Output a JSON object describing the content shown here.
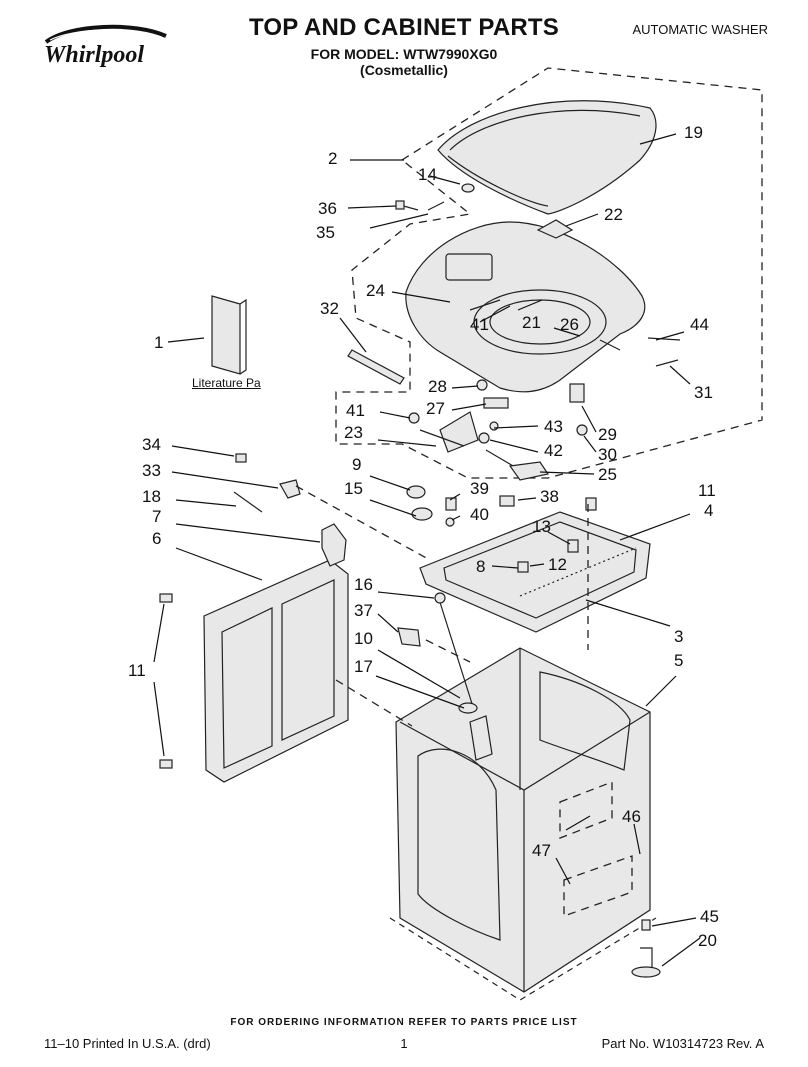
{
  "header": {
    "brand": "Whirlpool",
    "title": "TOP AND CABINET PARTS",
    "model_line": "FOR MODEL: WTW7990XG0",
    "color_line": "(Cosmetallic)",
    "product_type": "AUTOMATIC WASHER"
  },
  "diagram": {
    "literature_label": "Literature Pa",
    "callouts": [
      {
        "id": "c1",
        "label": "1"
      },
      {
        "id": "c2",
        "label": "2"
      },
      {
        "id": "c3",
        "label": "3"
      },
      {
        "id": "c4",
        "label": "4"
      },
      {
        "id": "c5",
        "label": "5"
      },
      {
        "id": "c6",
        "label": "6"
      },
      {
        "id": "c7",
        "label": "7"
      },
      {
        "id": "c8",
        "label": "8"
      },
      {
        "id": "c9",
        "label": "9"
      },
      {
        "id": "c10",
        "label": "10"
      },
      {
        "id": "c11a",
        "label": "11"
      },
      {
        "id": "c11b",
        "label": "11"
      },
      {
        "id": "c12",
        "label": "12"
      },
      {
        "id": "c13",
        "label": "13"
      },
      {
        "id": "c14",
        "label": "14"
      },
      {
        "id": "c15",
        "label": "15"
      },
      {
        "id": "c16",
        "label": "16"
      },
      {
        "id": "c17",
        "label": "17"
      },
      {
        "id": "c18",
        "label": "18"
      },
      {
        "id": "c19",
        "label": "19"
      },
      {
        "id": "c20",
        "label": "20"
      },
      {
        "id": "c21",
        "label": "21"
      },
      {
        "id": "c22",
        "label": "22"
      },
      {
        "id": "c23",
        "label": "23"
      },
      {
        "id": "c24",
        "label": "24"
      },
      {
        "id": "c25",
        "label": "25"
      },
      {
        "id": "c26",
        "label": "26"
      },
      {
        "id": "c27",
        "label": "27"
      },
      {
        "id": "c28",
        "label": "28"
      },
      {
        "id": "c29",
        "label": "29"
      },
      {
        "id": "c30",
        "label": "30"
      },
      {
        "id": "c31",
        "label": "31"
      },
      {
        "id": "c32",
        "label": "32"
      },
      {
        "id": "c33",
        "label": "33"
      },
      {
        "id": "c34",
        "label": "34"
      },
      {
        "id": "c35",
        "label": "35"
      },
      {
        "id": "c36",
        "label": "36"
      },
      {
        "id": "c37",
        "label": "37"
      },
      {
        "id": "c38",
        "label": "38"
      },
      {
        "id": "c39",
        "label": "39"
      },
      {
        "id": "c40",
        "label": "40"
      },
      {
        "id": "c41a",
        "label": "41"
      },
      {
        "id": "c41b",
        "label": "41"
      },
      {
        "id": "c42",
        "label": "42"
      },
      {
        "id": "c43",
        "label": "43"
      },
      {
        "id": "c44",
        "label": "44"
      },
      {
        "id": "c45",
        "label": "45"
      },
      {
        "id": "c46",
        "label": "46"
      },
      {
        "id": "c47",
        "label": "47"
      }
    ]
  },
  "footer": {
    "ordering_note": "FOR ORDERING INFORMATION REFER TO PARTS PRICE LIST",
    "printed": "11–10 Printed In U.S.A. (drd)",
    "page_number": "1",
    "part_number": "Part No. W10314723 Rev. A"
  }
}
